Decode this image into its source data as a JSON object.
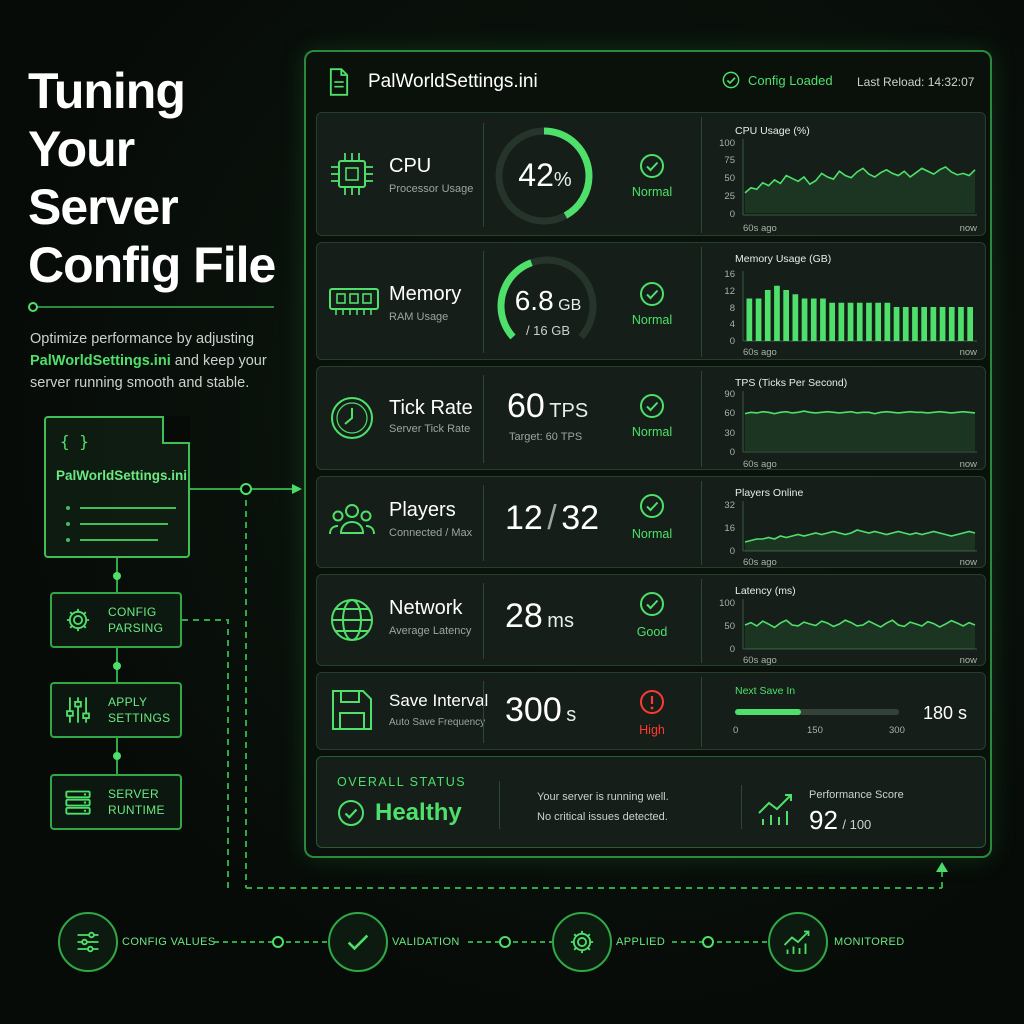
{
  "hero": {
    "title_lines": [
      "Tuning",
      "Your",
      "Server",
      "Config File"
    ],
    "desc_pre": "Optimize performance by adjusting",
    "desc_file": "PalWorldSettings.ini",
    "desc_post1": " and keep your",
    "desc_post2": "server running smooth and stable."
  },
  "file_card": {
    "braces": "{ }",
    "name": "PalWorldSettings.ini"
  },
  "flow": [
    {
      "line1": "CONFIG",
      "line2": "PARSING",
      "icon": "gear-icon"
    },
    {
      "line1": "APPLY",
      "line2": "SETTINGS",
      "icon": "sliders-icon"
    },
    {
      "line1": "SERVER",
      "line2": "RUNTIME",
      "icon": "server-icon"
    }
  ],
  "panel": {
    "filename": "PalWorldSettings.ini",
    "config_status": "Config Loaded",
    "last_reload": "Last Reload: 14:32:07"
  },
  "metrics": {
    "cpu": {
      "title": "CPU",
      "sub": "Processor Usage",
      "value": "42",
      "unit": "%",
      "gauge_fraction": 0.42,
      "status": "Normal",
      "chart_title": "CPU Usage (%)",
      "y_ticks": [
        "100",
        "75",
        "50",
        "25",
        "0"
      ],
      "x_start": "60s ago",
      "x_end": "now"
    },
    "memory": {
      "title": "Memory",
      "sub": "RAM Usage",
      "value": "6.8",
      "unit": "GB",
      "of": "/ 16 GB",
      "gauge_fraction": 0.425,
      "status": "Normal",
      "chart_title": "Memory Usage (GB)",
      "y_ticks": [
        "16",
        "12",
        "8",
        "4",
        "0"
      ],
      "x_start": "60s ago",
      "x_end": "now"
    },
    "tick": {
      "title": "Tick Rate",
      "sub": "Server Tick Rate",
      "value": "60",
      "unit": "TPS",
      "target": "Target: 60 TPS",
      "status": "Normal",
      "chart_title": "TPS (Ticks Per Second)",
      "y_ticks": [
        "90",
        "60",
        "30",
        "0"
      ],
      "x_start": "60s ago",
      "x_end": "now"
    },
    "players": {
      "title": "Players",
      "sub": "Connected / Max",
      "value": "12",
      "sep": "/",
      "max": "32",
      "status": "Normal",
      "chart_title": "Players Online",
      "y_ticks": [
        "32",
        "16",
        "0"
      ],
      "x_start": "60s ago",
      "x_end": "now"
    },
    "network": {
      "title": "Network",
      "sub": "Average Latency",
      "value": "28",
      "unit": "ms",
      "status": "Good",
      "chart_title": "Latency (ms)",
      "y_ticks": [
        "100",
        "50",
        "0"
      ],
      "x_start": "60s ago",
      "x_end": "now"
    },
    "save": {
      "title": "Save Interval",
      "sub": "Auto Save Frequency",
      "value": "300",
      "unit": "s",
      "status": "High",
      "chart_title": "Next Save In",
      "progress_fraction": 0.4,
      "ticks": [
        "0",
        "150",
        "300"
      ],
      "remaining": "180 s"
    }
  },
  "overall": {
    "label": "OVERALL STATUS",
    "state": "Healthy",
    "msg1": "Your server is running well.",
    "msg2": "No critical issues detected.",
    "score_label": "Performance Score",
    "score": "92",
    "score_max": "/ 100"
  },
  "bottom_flow": [
    {
      "label": "CONFIG VALUES",
      "icon": "sliders-icon"
    },
    {
      "label": "VALIDATION",
      "icon": "check-icon"
    },
    {
      "label": "APPLIED",
      "icon": "gear-icon"
    },
    {
      "label": "MONITORED",
      "icon": "trend-chart-icon"
    }
  ],
  "chart_data": [
    {
      "type": "line",
      "title": "CPU Usage (%)",
      "ylim": [
        0,
        100
      ],
      "values": [
        28,
        35,
        33,
        42,
        38,
        46,
        41,
        52,
        48,
        44,
        50,
        40,
        45,
        55,
        50,
        47,
        58,
        52,
        49,
        57,
        62,
        54,
        50,
        56,
        60,
        55,
        52,
        58,
        50,
        56,
        62,
        58,
        54,
        60,
        64,
        57,
        53,
        55,
        52,
        60
      ]
    },
    {
      "type": "bar",
      "title": "Memory Usage (GB)",
      "ylim": [
        0,
        16
      ],
      "values": [
        10,
        10,
        12,
        13,
        12,
        11,
        10,
        10,
        10,
        9,
        9,
        9,
        9,
        9,
        9,
        9,
        8,
        8,
        8,
        8,
        8,
        8,
        8,
        8,
        8
      ]
    },
    {
      "type": "line",
      "title": "TPS (Ticks Per Second)",
      "ylim": [
        0,
        90
      ],
      "values": [
        58,
        60,
        59,
        61,
        60,
        58,
        60,
        61,
        59,
        60,
        62,
        60,
        59,
        60,
        61,
        60,
        59,
        60,
        61,
        59,
        60,
        60,
        58,
        60,
        61,
        60,
        59,
        60,
        61,
        60,
        60,
        59,
        60,
        61,
        60,
        59,
        60,
        61,
        60,
        59
      ]
    },
    {
      "type": "line",
      "title": "Players Online",
      "ylim": [
        0,
        32
      ],
      "values": [
        6,
        7,
        8,
        8,
        9,
        8,
        10,
        9,
        10,
        11,
        10,
        11,
        12,
        11,
        12,
        13,
        12,
        11,
        12,
        14,
        13,
        12,
        13,
        12,
        11,
        12,
        13,
        12,
        11,
        12,
        11,
        12,
        13,
        12,
        11,
        10,
        11,
        12,
        13,
        12
      ]
    },
    {
      "type": "line",
      "title": "Latency (ms)",
      "ylim": [
        0,
        100
      ],
      "values": [
        50,
        55,
        48,
        58,
        52,
        45,
        54,
        60,
        50,
        48,
        56,
        52,
        49,
        58,
        54,
        47,
        52,
        60,
        55,
        48,
        50,
        58,
        52,
        46,
        54,
        60,
        50,
        47,
        56,
        52,
        48,
        57,
        53,
        46,
        52,
        59,
        54,
        48,
        55,
        50
      ]
    }
  ]
}
